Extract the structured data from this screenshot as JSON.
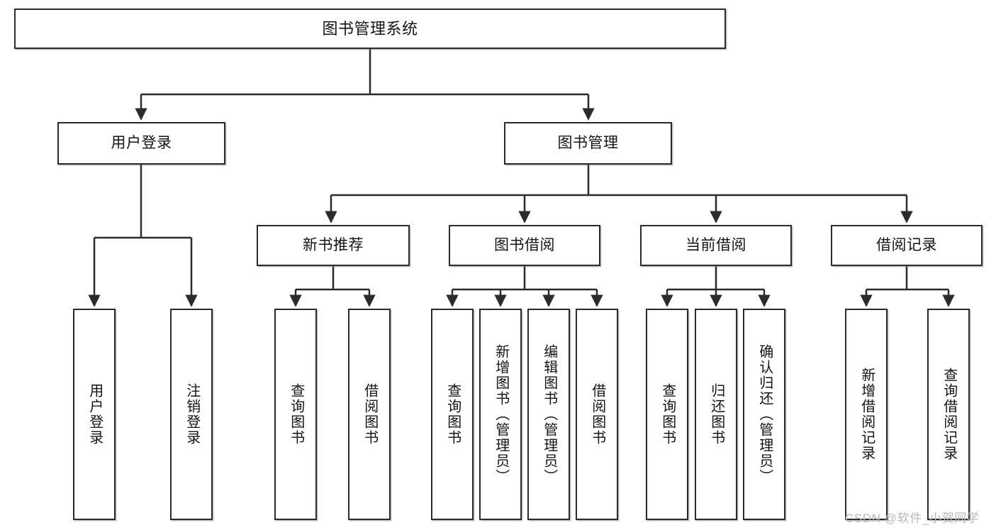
{
  "diagram": {
    "title": "图书管理系统",
    "type": "tree-hierarchy-diagram",
    "root": {
      "label": "图书管理系统"
    },
    "level2": [
      {
        "label": "用户登录"
      },
      {
        "label": "图书管理"
      }
    ],
    "level3": [
      {
        "label": "新书推荐"
      },
      {
        "label": "图书借阅"
      },
      {
        "label": "当前借阅"
      },
      {
        "label": "借阅记录"
      }
    ],
    "leaves": {
      "user_login": [
        {
          "label": "用户登录"
        },
        {
          "label": "注销登录"
        }
      ],
      "new_book_recommend": [
        {
          "label": "查询图书"
        },
        {
          "label": "借阅图书"
        }
      ],
      "book_borrow": [
        {
          "label": "查询图书"
        },
        {
          "label": "新增图书（管理员）"
        },
        {
          "label": "编辑图书（管理员）"
        },
        {
          "label": "借阅图书"
        }
      ],
      "current_borrow": [
        {
          "label": "查询图书"
        },
        {
          "label": "归还图书"
        },
        {
          "label": "确认归还（管理员）"
        }
      ],
      "borrow_record": [
        {
          "label": "新增借阅记录"
        },
        {
          "label": "查询借阅记录"
        }
      ]
    }
  },
  "watermark": {
    "text": "CSDN @软件_小贺同学"
  },
  "colors": {
    "stroke": "#2b2b2b",
    "fill": "#ffffff",
    "text": "#141414",
    "watermark": "#b9b9b9"
  }
}
